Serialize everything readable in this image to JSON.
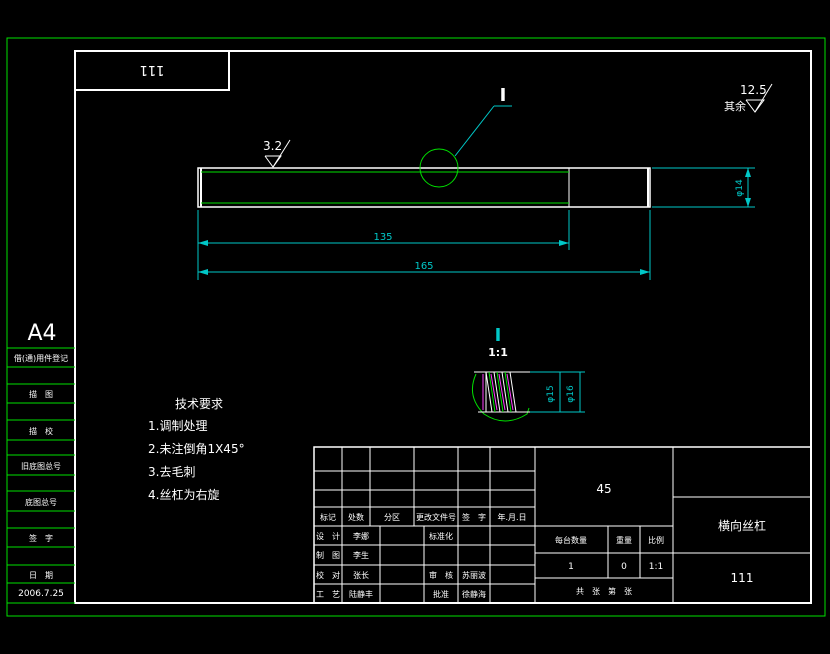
{
  "drawing": {
    "number_box": "111",
    "paper_size": "A4",
    "part_name": "横向丝杠",
    "material": "45",
    "drawing_no": "111",
    "date": "2006.7.25",
    "scale": "1:1",
    "qty_per_set": "1",
    "weight": "0"
  },
  "side_labels": [
    "借(通)用件登记",
    "描　图",
    "描　校",
    "旧底图总号",
    "底图总号",
    "签　字",
    "日　期"
  ],
  "tech": {
    "title": "技术要求",
    "items": [
      "1.调制处理",
      "2.未注倒角1X45°",
      "3.去毛刺",
      "4.丝杠为右旋"
    ]
  },
  "roughness": {
    "other_label": "其余",
    "other_value": "12.5",
    "surface_value": "3.2"
  },
  "dimensions": {
    "len_short": "135",
    "len_total": "165",
    "dia_shaft": "φ14",
    "detail_d1": "φ15",
    "detail_d2": "φ16"
  },
  "detail": {
    "marker": "I",
    "detail_marker": "I",
    "detail_scale": "1:1"
  },
  "title_block": {
    "change_row": [
      "标记",
      "处数",
      "分区",
      "更改文件号",
      "签　字",
      "年.月.日"
    ],
    "rows": [
      [
        "设　计",
        "李娜",
        "",
        "标准化",
        ""
      ],
      [
        "制　图",
        "李生",
        "",
        "",
        ""
      ],
      [
        "校　对",
        "张长",
        "",
        "审　核",
        "苏丽波"
      ],
      [
        "工　艺",
        "陆静丰",
        "",
        "批准",
        "徐静海"
      ]
    ],
    "mid_headers": [
      "每台数量",
      "重量",
      "比例"
    ],
    "sheet_text": "共　张　第　张"
  }
}
